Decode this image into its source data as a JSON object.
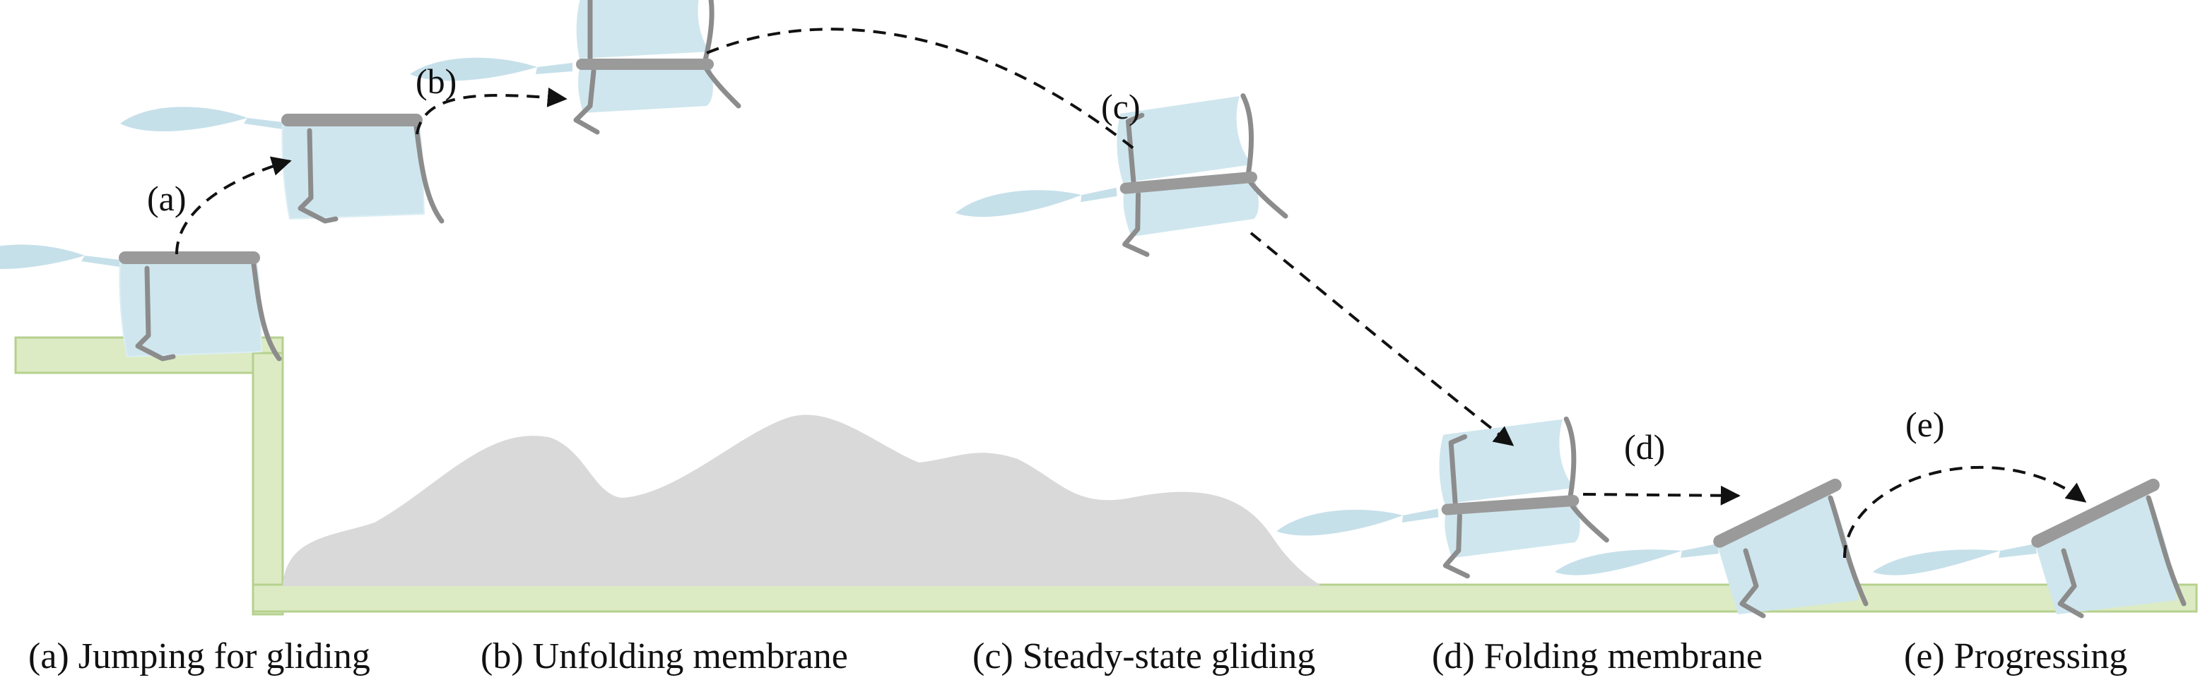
{
  "colors": {
    "ground": "#cfe2b0",
    "ground_edge": "#a9c880",
    "hill": "#d9d9d9",
    "membrane": "#cfe6ee",
    "tail": "#c6e0ea",
    "body_bar": "#9a9a9a",
    "leg": "#8c8c8c",
    "arrow": "#111111"
  },
  "steps": [
    {
      "id": "a",
      "label": "(a)",
      "caption": "(a) Jumping for gliding"
    },
    {
      "id": "b",
      "label": "(b)",
      "caption": "(b) Unfolding  membrane"
    },
    {
      "id": "c",
      "label": "(c)",
      "caption": "(c) Steady-state gliding"
    },
    {
      "id": "d",
      "label": "(d)",
      "caption": "(d) Folding  membrane"
    },
    {
      "id": "e",
      "label": "(e)",
      "caption": "(e) Progressing"
    }
  ],
  "icons": [
    "robot-icon",
    "hill-icon",
    "dashed-arrow-icon"
  ]
}
